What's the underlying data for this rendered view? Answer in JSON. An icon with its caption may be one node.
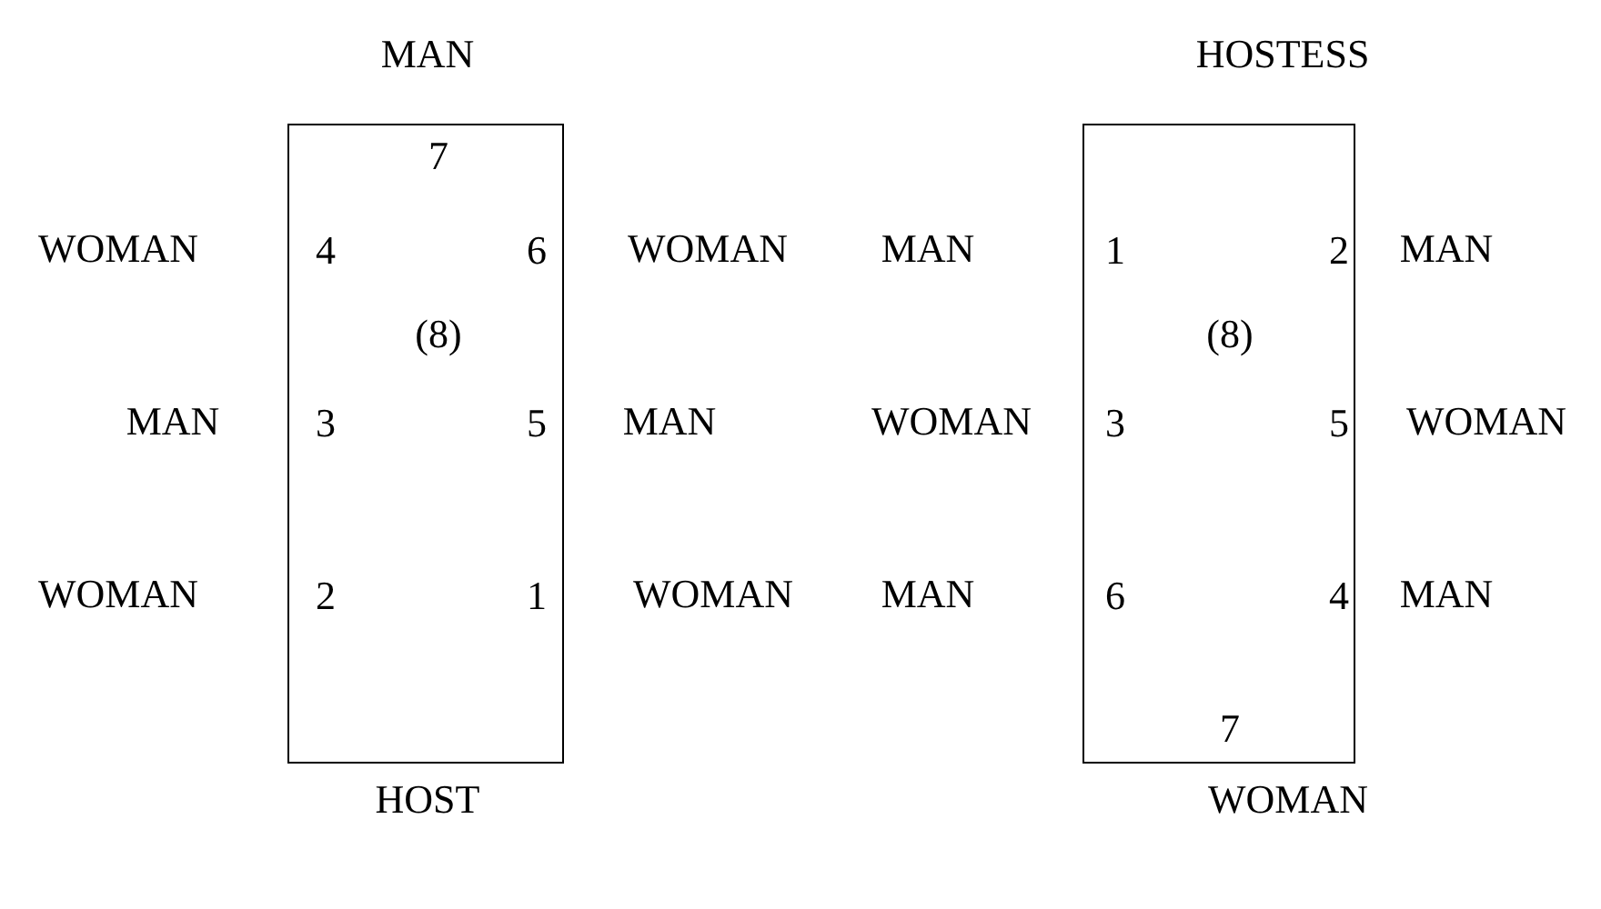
{
  "diagram": {
    "nodes": [
      {
        "text": [
          "7",
          "4",
          "6",
          "(8)",
          "3",
          "5",
          "2",
          "1"
        ]
      },
      {
        "text": [
          "1",
          "2",
          "(8)",
          "3",
          "5",
          "6",
          "4",
          "7"
        ]
      }
    ],
    "labels": [
      "MAN",
      "HOSTESS",
      "WOMAN",
      "WOMAN",
      "MAN",
      "MAN",
      "MAN",
      "MAN",
      "WOMAN",
      "WOMAN",
      "WOMAN",
      "WOMAN",
      "MAN",
      "MAN",
      "HOST",
      "WOMAN"
    ]
  }
}
